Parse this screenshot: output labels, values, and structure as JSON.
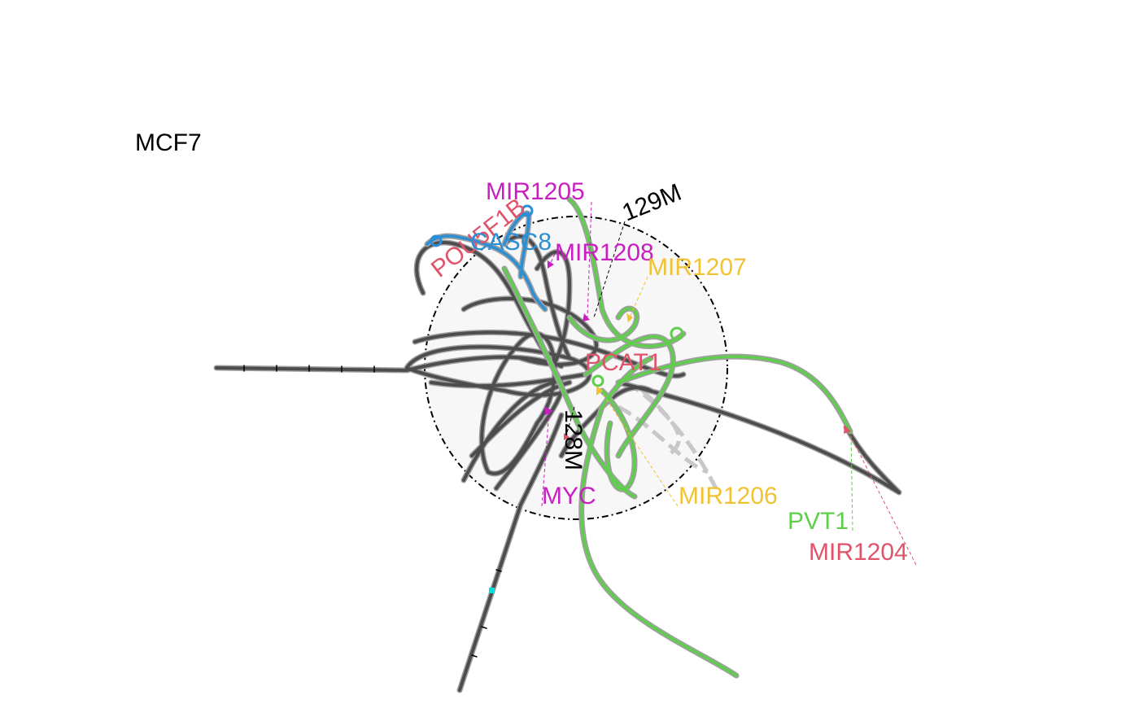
{
  "title": "MCF7",
  "ticks": {
    "start": "128M",
    "end": "129M"
  },
  "genes": [
    {
      "id": "myc",
      "name": "MYC",
      "color": "#c81fc1"
    },
    {
      "id": "mir1205",
      "name": "MIR1205",
      "color": "#c81fc1"
    },
    {
      "id": "mir1208",
      "name": "MIR1208",
      "color": "#c81fc1"
    },
    {
      "id": "mir1207",
      "name": "MIR1207",
      "color": "#f1c232"
    },
    {
      "id": "mir1206",
      "name": "MIR1206",
      "color": "#f1c232"
    },
    {
      "id": "pvt1",
      "name": "PVT1",
      "color": "#5fce4c"
    },
    {
      "id": "mir1204",
      "name": "MIR1204",
      "color": "#df536b"
    },
    {
      "id": "pcat1",
      "name": "PCAT1",
      "color": "#df536b"
    },
    {
      "id": "pou5f1b",
      "name": "POU5F1B",
      "color": "#df536b"
    },
    {
      "id": "casc8",
      "name": "CASC8",
      "color": "#2b8fd6"
    }
  ],
  "colors": {
    "backbone": "#4d4d4d",
    "backbone_outline": "#a0a0a0",
    "pvt1_track": "#5fce4c",
    "casc8_track": "#2b8fd6",
    "faded_track": "#c8c8c8",
    "circle_fill": "#f7f7f7"
  }
}
